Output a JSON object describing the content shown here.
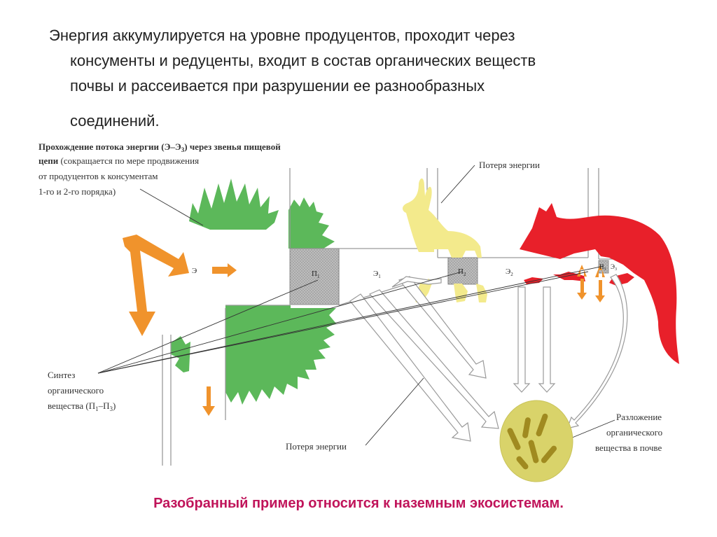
{
  "intro_lines": [
    "Энергия аккумулируется на уровне продуцентов, проходит через",
    "консументы и редуценты, входит в состав органических веществ",
    "почвы и рассеивается при разрушении ее разнообразных",
    "соединений."
  ],
  "figure": {
    "caption_bold_1": "Прохождение потока энергии (Э–Э",
    "caption_sub": "3",
    "caption_bold_2": ") через звенья пищевой",
    "caption_bold_3": "цепи",
    "caption_rest_1": " (сокращается по мере продвижения",
    "caption_rest_2": "от продуцентов к консументам",
    "caption_rest_3": "1-го и 2-го порядка)",
    "energy_loss_top": "Потеря энергии",
    "energy_loss_bottom": "Потеря энергии",
    "synthesis_1": "Синтез",
    "synthesis_2": "органического",
    "synthesis_3": "вещества (П",
    "synthesis_sub1": "1",
    "synthesis_mid": "–П",
    "synthesis_sub2": "3",
    "synthesis_end": ")",
    "decomp_1": "Разложение",
    "decomp_2": "органического",
    "decomp_3": "вещества в почве",
    "e0": "Э",
    "e1": "Э",
    "e1_sub": "1",
    "e2": "Э",
    "e2_sub": "2",
    "e3": "Э",
    "e3_sub": "3",
    "p1": "П",
    "p1_sub": "1",
    "p2": "П",
    "p2_sub": "2",
    "p3": "П",
    "p3_sub": "3"
  },
  "footer": "Разобранный пример относится к наземным экосистемам.",
  "colors": {
    "plant": "#5cb85a",
    "rabbit": "#f3ea8c",
    "fox": "#e8202a",
    "sun_arrow": "#f0932c",
    "soil": "#d9d36a",
    "pipe": "#9a9a9a",
    "footer": "#c0145a"
  }
}
